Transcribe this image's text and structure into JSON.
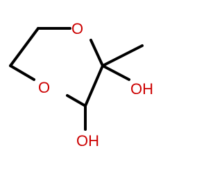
{
  "molecule": {
    "atoms": {
      "ring_oxygen_top": "O",
      "ring_oxygen_bottom": "O",
      "hydroxyl_right": "OH",
      "hydroxyl_bottom": "OH"
    },
    "colors": {
      "bond": "#000000",
      "heteroatom": "#cc0000",
      "background": "#ffffff"
    }
  }
}
